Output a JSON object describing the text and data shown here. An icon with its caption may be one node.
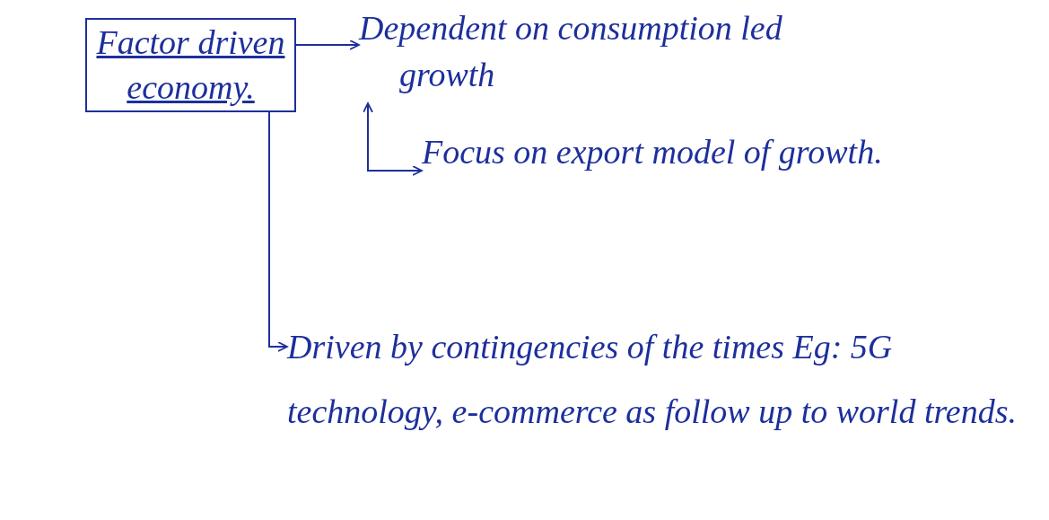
{
  "diagram": {
    "nodes": [
      {
        "text": [
          "Factor driven economy."
        ]
      },
      {
        "text": [
          "Dependent on consumption led growth"
        ]
      },
      {
        "text": [
          "Focus on export model of growth."
        ]
      },
      {
        "text": [
          "Driven by contingencies of the times Eg: 5G technology, e-commerce as follow up to world trends."
        ]
      }
    ],
    "edges": [
      {
        "from": 0,
        "to": 1,
        "arrow": "to"
      },
      {
        "from": 1,
        "to": 2,
        "arrow": "both"
      },
      {
        "from": 0,
        "to": 3,
        "arrow": "to"
      }
    ]
  }
}
